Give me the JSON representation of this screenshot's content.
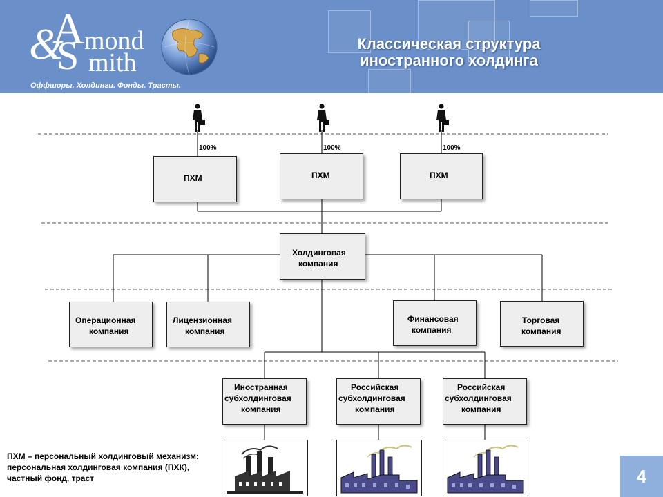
{
  "header": {
    "logo_amp": "&",
    "logo_a": "A",
    "logo_s": "S",
    "logo_mond": "mond",
    "logo_mith": "mith",
    "tagline": "Оффшоры. Холдинги. Фонды. Трасты.",
    "title_line1": "Классическая структура",
    "title_line2": "иностранного холдинга"
  },
  "owners": [
    {
      "pct": "100%",
      "box": "ПХМ"
    },
    {
      "pct": "100%",
      "box": "ПХМ"
    },
    {
      "pct": "100%",
      "box": "ПХМ"
    }
  ],
  "holding": {
    "line1": "Холдинговая",
    "line2": "компания"
  },
  "subsidiaries": [
    {
      "line1": "Операционная",
      "line2": "компания"
    },
    {
      "line1": "Лицензионная",
      "line2": "компания"
    },
    {
      "line1": "Финансовая",
      "line2": "компания"
    },
    {
      "line1": "Торговая",
      "line2": "компания"
    }
  ],
  "subholdings": [
    {
      "line1": "Иностранная",
      "line2": "субхолдинговая",
      "line3": "компания"
    },
    {
      "line1": "Российская",
      "line2": "субхолдинговая",
      "line3": "компания"
    },
    {
      "line1": "Российская",
      "line2": "субхолдинговая",
      "line3": "компания"
    }
  ],
  "note": "ПХМ – персональный холдинговый механизм: персональная холдинговая компания (ПХК), частный фонд, траст",
  "page_number": "4",
  "colors": {
    "header_bg": "#6a8fc9",
    "page_badge": "#8fb0dc",
    "box_bg": "#eeeeee",
    "factory_fill": "#4a4a8a"
  }
}
